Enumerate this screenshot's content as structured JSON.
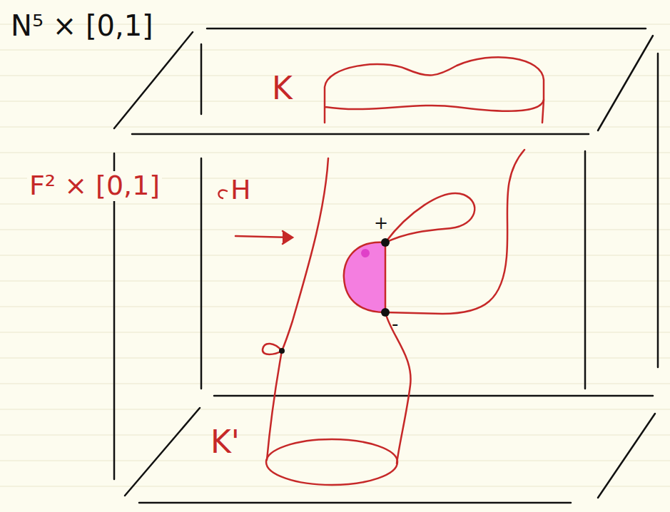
{
  "diagram": {
    "labels": [
      "N⁵ × [0,1]",
      "K",
      "F² × [0,1]",
      "H",
      "+",
      "-",
      "K'"
    ]
  }
}
